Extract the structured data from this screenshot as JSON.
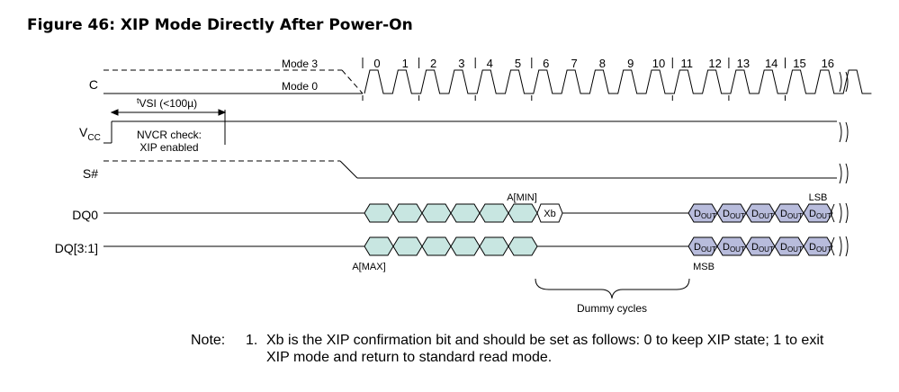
{
  "figure": {
    "title": "Figure 46: XIP Mode Directly After Power-On"
  },
  "signals": {
    "clock": "C",
    "vcc_main": "V",
    "vcc_sub": "CC",
    "chip_select": "S#",
    "dq0": "DQ0",
    "dq31": "DQ[3:1]"
  },
  "clock": {
    "mode3": "Mode 3",
    "mode0": "Mode 0",
    "cycles": [
      "0",
      "1",
      "2",
      "3",
      "4",
      "5",
      "6",
      "7",
      "8",
      "9",
      "10",
      "11",
      "12",
      "13",
      "14",
      "15",
      "16"
    ]
  },
  "annotations": {
    "tvsi_prefix": "t",
    "tvsi": "VSI (<100µ)",
    "nvcr_line1": "NVCR check:",
    "nvcr_line2": "XIP enabled",
    "amin": "A[MIN]",
    "amax": "A[MAX]",
    "xb": "Xb",
    "lsb": "LSB",
    "msb": "MSB",
    "dout_main": "D",
    "dout_sub": "OUT",
    "dummy": "Dummy cycles"
  },
  "colors": {
    "address_fill": "#c8e6e1",
    "output_fill": "#b8bcdc",
    "line": "#000000"
  },
  "note": {
    "label": "Note:",
    "number": "1.",
    "line1": "Xb is the XIP confirmation bit and should be set as follows: 0 to keep XIP state; 1 to exit",
    "line2": "XIP mode and return to standard read mode."
  }
}
